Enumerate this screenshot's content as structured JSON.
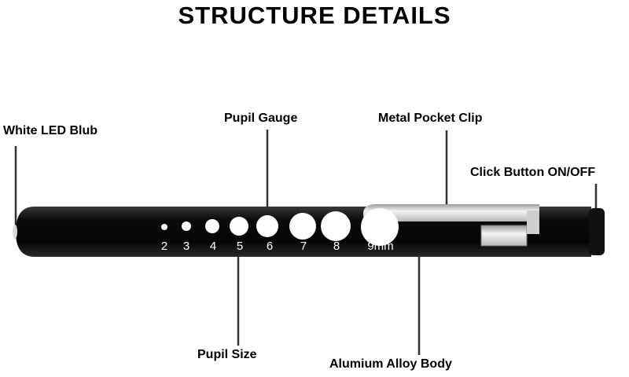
{
  "title": "STRUCTURE DETAILS",
  "labels": {
    "led": "White LED Blub",
    "gauge": "Pupil Gauge",
    "clip": "Metal Pocket Clip",
    "button": "Click Button ON/OFF",
    "size": "Pupil Size",
    "body": "Alumium Alloy Body"
  },
  "pupil_sizes": [
    "2",
    "3",
    "4",
    "5",
    "6",
    "7",
    "8",
    "9mm"
  ],
  "colors": {
    "body": "#0b0b0b",
    "metal": "#e6e6e6",
    "line": "#333333"
  }
}
